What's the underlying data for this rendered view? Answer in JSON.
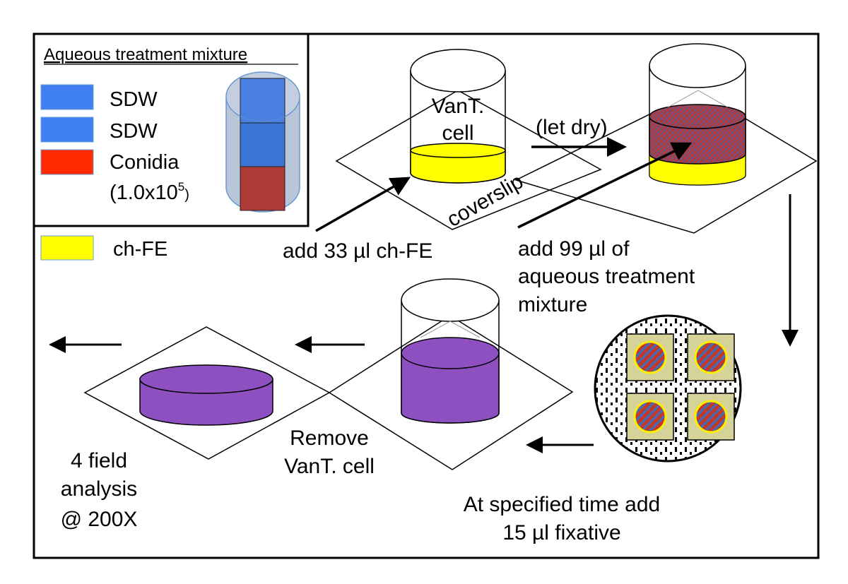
{
  "legend": {
    "title": "Aqueous treatment mixture",
    "items": [
      {
        "label": "SDW",
        "color": "#3f7ff0"
      },
      {
        "label": "SDW",
        "color": "#3f7ff0"
      },
      {
        "label": "Conidia",
        "color": "#ff2a00"
      }
    ],
    "conidia_count_base": "(1.0x10",
    "conidia_count_exp": "5",
    "conidia_count_close": ")",
    "ch_fe": {
      "label": "ch-FE",
      "color": "#ffff00"
    }
  },
  "steps": {
    "vant_cell_line1": "VanT.",
    "vant_cell_line2": "cell",
    "coverslip": "coverslip",
    "add_chfe": "add 33 µl ch-FE",
    "let_dry": "(let dry)",
    "add_aqueous_line1": "add 99 µl of",
    "add_aqueous_line2": "aqueous treatment",
    "add_aqueous_line3": "mixture",
    "fixative_line1": "At specified time add",
    "fixative_line2": "15 µl fixative",
    "remove_line1": "Remove",
    "remove_line2": "VanT. cell",
    "analysis_line1": "4 field",
    "analysis_line2": "analysis",
    "analysis_line3": "@ 200X"
  },
  "colors": {
    "ch_fe": "#ffff00",
    "dried_mixture": "#b03a3a",
    "fixed_sample": "#8e4fc0",
    "field_square": "#d6d39a"
  }
}
